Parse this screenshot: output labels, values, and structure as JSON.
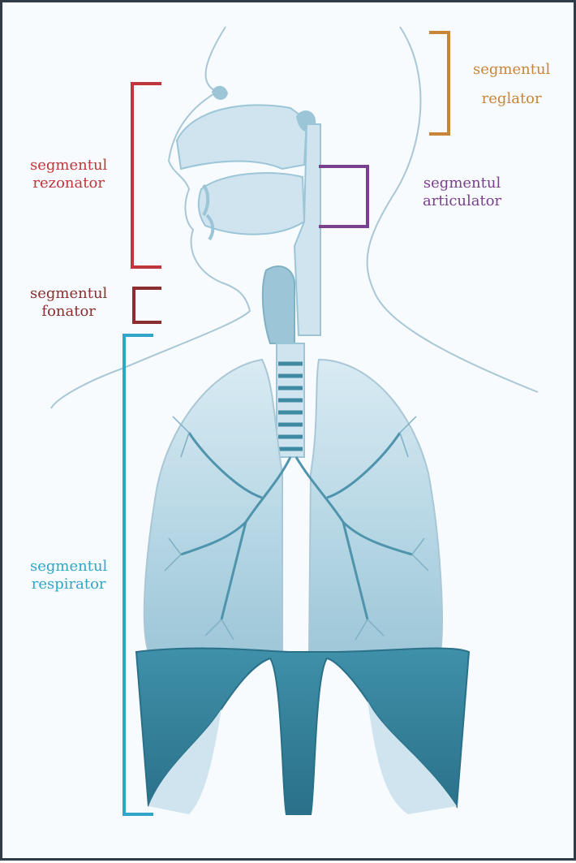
{
  "labels": {
    "reglator": {
      "line1": "segmentul",
      "line2": "reglator",
      "color": "#c8853a"
    },
    "rezonator": {
      "line1": "segmentul",
      "line2": "rezonator",
      "color": "#c0363a"
    },
    "articulator": {
      "line1": "segmentul",
      "line2": "articulator",
      "color": "#7a3f8f"
    },
    "fonator": {
      "line1": "segmentul",
      "line2": "fonator",
      "color": "#8a2e2e"
    },
    "respirator": {
      "line1": "segmentul",
      "line2": "respirator",
      "color": "#2fa6c7"
    }
  },
  "colors": {
    "outline": "#a9c7d6",
    "organ_light": "#cfe4ee",
    "organ_mid": "#9cc6d8",
    "organ_dark": "#3f8aa3",
    "diaphragm": "#2f7e97"
  }
}
